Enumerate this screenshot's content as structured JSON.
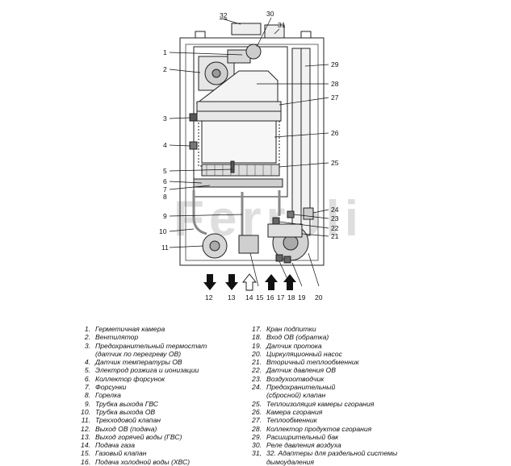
{
  "diagram": {
    "markers": [
      {
        "n": "1",
        "label": "1"
      },
      {
        "n": "2",
        "label": "2"
      },
      {
        "n": "3",
        "label": "3"
      },
      {
        "n": "4",
        "label": "4"
      },
      {
        "n": "5",
        "label": "5"
      },
      {
        "n": "6",
        "label": "6"
      },
      {
        "n": "7",
        "label": "7"
      },
      {
        "n": "8",
        "label": "8"
      },
      {
        "n": "9",
        "label": "9"
      },
      {
        "n": "10",
        "label": "10"
      },
      {
        "n": "11",
        "label": "11"
      },
      {
        "n": "12",
        "label": "12"
      },
      {
        "n": "13",
        "label": "13"
      },
      {
        "n": "14",
        "label": "14"
      },
      {
        "n": "15",
        "label": "15"
      },
      {
        "n": "16",
        "label": "16"
      },
      {
        "n": "17",
        "label": "17"
      },
      {
        "n": "18",
        "label": "18"
      },
      {
        "n": "19",
        "label": "19"
      },
      {
        "n": "20",
        "label": "20"
      },
      {
        "n": "21",
        "label": "21"
      },
      {
        "n": "22",
        "label": "22"
      },
      {
        "n": "23",
        "label": "23"
      },
      {
        "n": "24",
        "label": "24"
      },
      {
        "n": "25",
        "label": "25"
      },
      {
        "n": "26",
        "label": "26"
      },
      {
        "n": "27",
        "label": "27"
      },
      {
        "n": "28",
        "label": "28"
      },
      {
        "n": "29",
        "label": "29"
      },
      {
        "n": "30",
        "label": "30"
      },
      {
        "n": "31",
        "label": "31"
      },
      {
        "n": "32",
        "label": "32"
      }
    ],
    "watermark": "Ferroli"
  },
  "legend": {
    "left": [
      {
        "n": "1.",
        "t": "Герметичная камера"
      },
      {
        "n": "2.",
        "t": "Вентилятор"
      },
      {
        "n": "3.",
        "t": "Предохранительный термостат"
      },
      {
        "n": "",
        "t": "(датчик по перегреву ОВ)"
      },
      {
        "n": "4.",
        "t": "Датчик температуры ОВ"
      },
      {
        "n": "5.",
        "t": "Электрод розжига и ионизации"
      },
      {
        "n": "6.",
        "t": "Коллектор форсунок"
      },
      {
        "n": "7.",
        "t": "Форсунки"
      },
      {
        "n": "8.",
        "t": "Горелка"
      },
      {
        "n": "9.",
        "t": "Трубка выхода ГВС"
      },
      {
        "n": "10.",
        "t": "Трубка выхода ОВ"
      },
      {
        "n": "11.",
        "t": "Трехходовой клапан"
      },
      {
        "n": "12.",
        "t": "Выход ОВ (подача)"
      },
      {
        "n": "13.",
        "t": "Выход горячей воды (ГВС)"
      },
      {
        "n": "14.",
        "t": "Подача газа"
      },
      {
        "n": "15.",
        "t": "Газовый клапан"
      },
      {
        "n": "16.",
        "t": "Подача холодной воды (ХВС)"
      }
    ],
    "right": [
      {
        "n": "17.",
        "t": "Кран подпитки"
      },
      {
        "n": "18.",
        "t": "Вход ОВ (обратка)"
      },
      {
        "n": "19.",
        "t": "Датчик протока"
      },
      {
        "n": "20.",
        "t": "Циркуляционный насос"
      },
      {
        "n": "21.",
        "t": "Вторичный теплообменник"
      },
      {
        "n": "22.",
        "t": "Датчик давления ОВ"
      },
      {
        "n": "23.",
        "t": "Воздухоотводчик"
      },
      {
        "n": "24.",
        "t": "Предохранительный"
      },
      {
        "n": "",
        "t": "(сбросной) клапан"
      },
      {
        "n": "25.",
        "t": "Теплоизоляция камеры сгорания"
      },
      {
        "n": "26.",
        "t": "Камера сгорания"
      },
      {
        "n": "27.",
        "t": "Теплообменник"
      },
      {
        "n": "28.",
        "t": "Коллектор продуктов сгорания"
      },
      {
        "n": "29.",
        "t": "Расширительный бак"
      },
      {
        "n": "30.",
        "t": "Реле давления воздуха"
      },
      {
        "n": "31,",
        "t": "32. Адаптеры для раздельной системы"
      },
      {
        "n": "",
        "t": "дымоудаления"
      }
    ]
  }
}
